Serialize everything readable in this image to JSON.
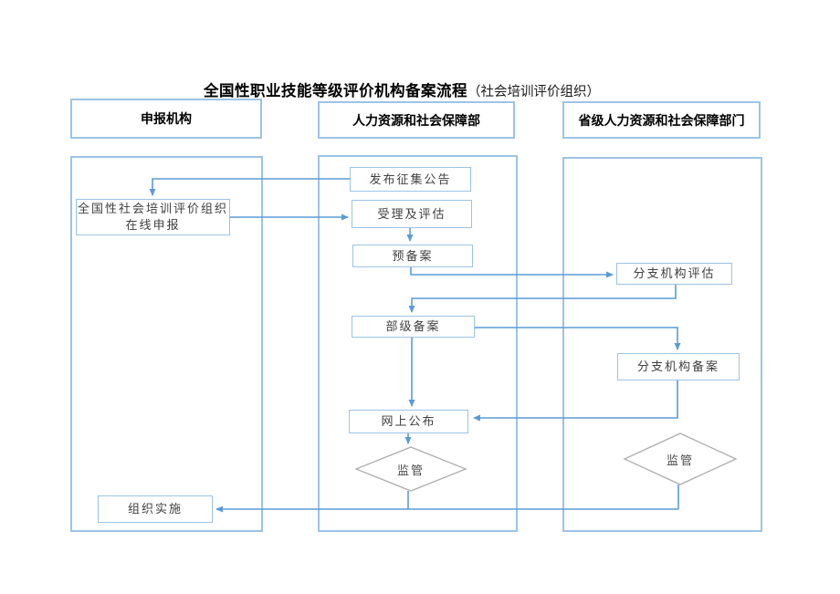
{
  "title": {
    "main": "全国性职业技能等级评价机构备案流程",
    "sub": "（社会培训评价组织）"
  },
  "lanes": {
    "applicant": {
      "label": "申报机构"
    },
    "ministry": {
      "label": "人力资源和社会保障部"
    },
    "provincial": {
      "label": "省级人力资源和社会保障部门"
    }
  },
  "nodes": {
    "apply_online": {
      "line1": "全国性社会培训评价组织",
      "line2": "在线申报"
    },
    "publish_notice": {
      "label": "发布征集公告"
    },
    "accept_evaluate": {
      "label": "受理及评估"
    },
    "pre_filing": {
      "label": "预备案"
    },
    "ministry_filing": {
      "label": "部级备案"
    },
    "publish_online": {
      "label": "网上公布"
    },
    "supervision_ministry": {
      "label": "监管"
    },
    "branch_evaluation": {
      "label": "分支机构评估"
    },
    "branch_filing": {
      "label": "分支机构备案"
    },
    "supervision_provincial": {
      "label": "监管"
    },
    "implementation": {
      "label": "组织实施"
    }
  },
  "colors": {
    "connector": "#5b9bd5",
    "box_border": "#9dc3e6",
    "diamond_border": "#adadad",
    "box_text": "#3f3f3f",
    "title_text": "#000000",
    "background": "#ffffff"
  }
}
